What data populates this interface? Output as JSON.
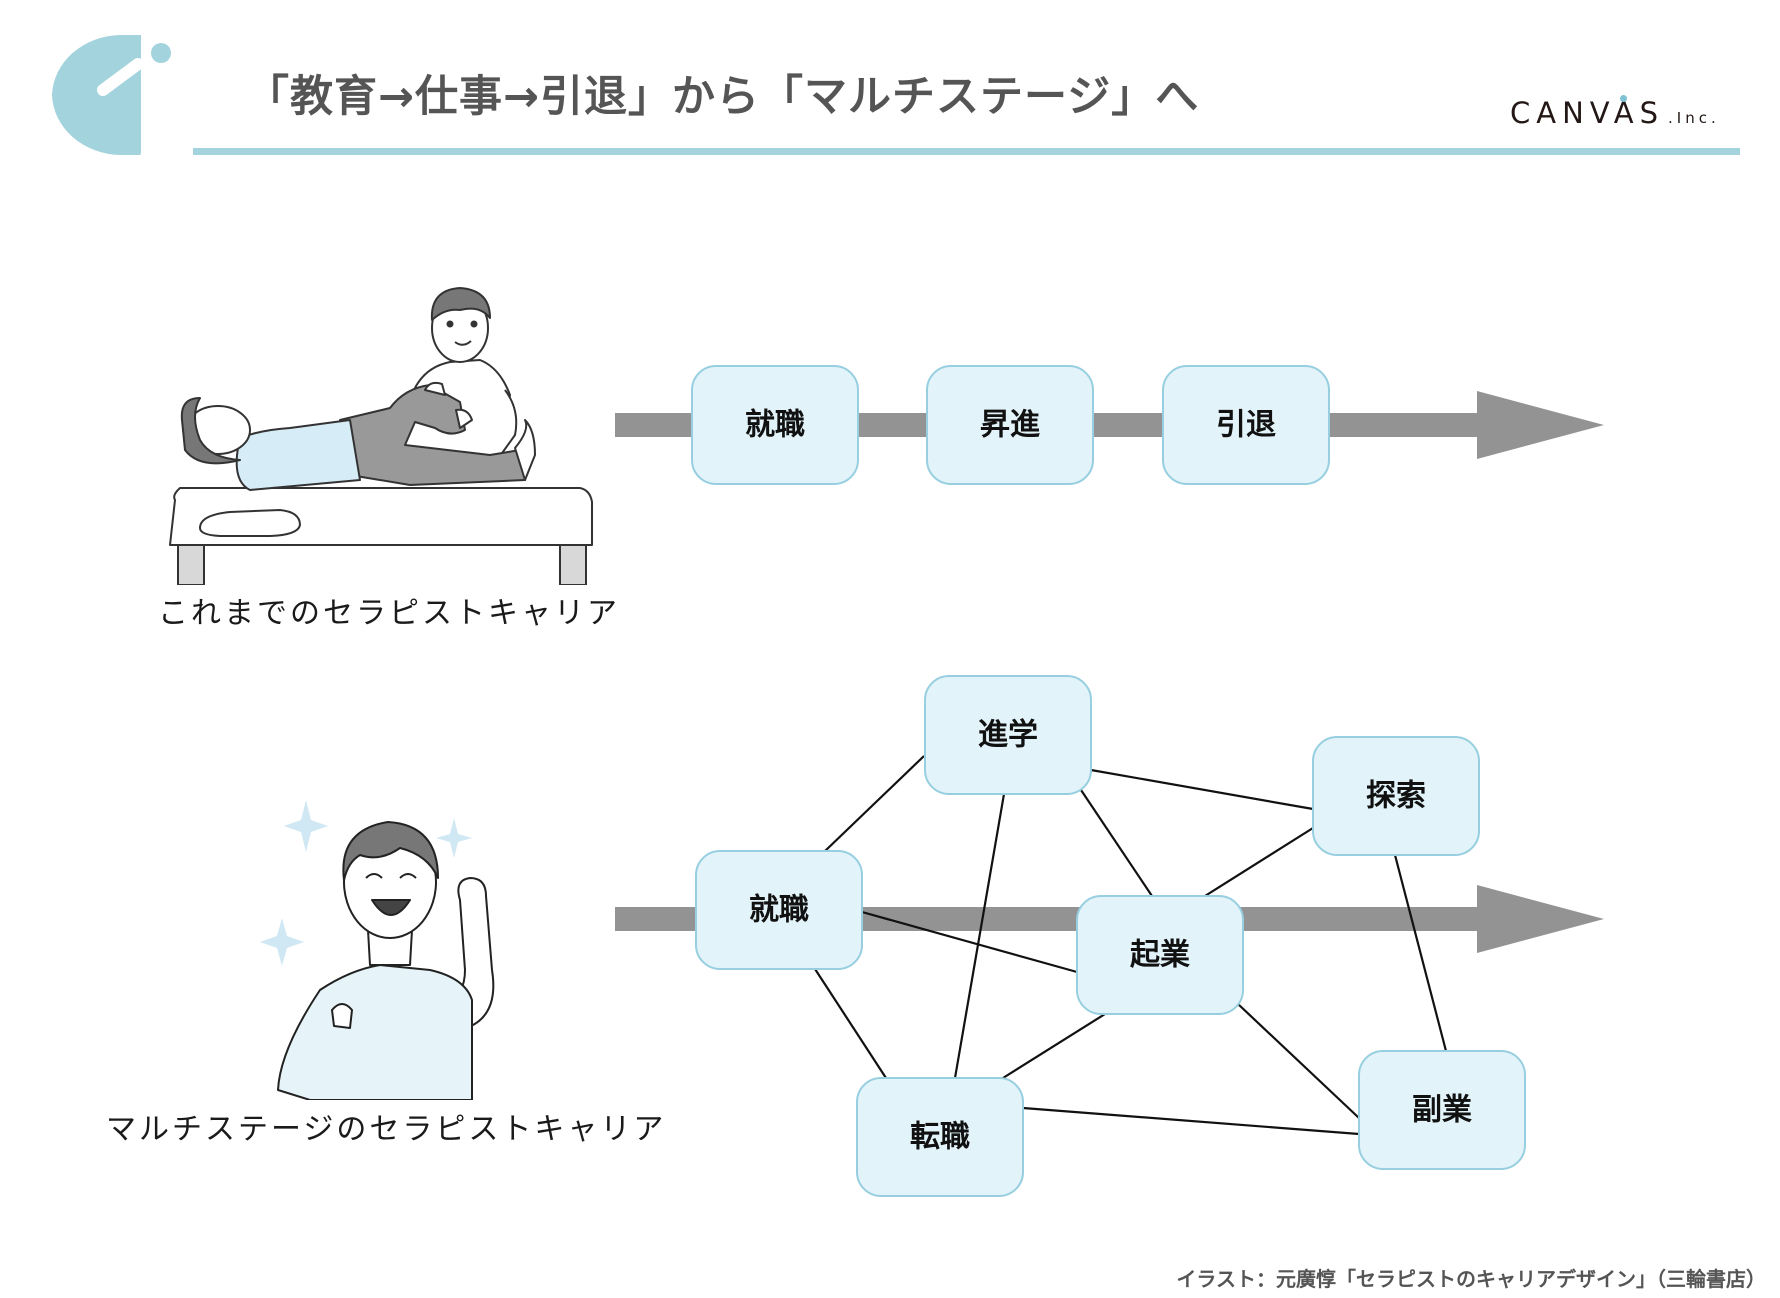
{
  "header": {
    "title": "「教育→仕事→引退」から「マルチステージ」へ",
    "brand_name": "CANVAS",
    "brand_suffix": ".Inc.",
    "accent_color": "#a3d3dc",
    "logo_icon": "canvas-logo-icon"
  },
  "traditional": {
    "caption": "これまでのセラピストキャリア",
    "illustration": "therapist-treating-patient-illustration",
    "stages": [
      {
        "label": "就職"
      },
      {
        "label": "昇進"
      },
      {
        "label": "引退"
      }
    ]
  },
  "multistage": {
    "caption": "マルチステージのセラピストキャリア",
    "illustration": "cheerful-therapist-illustration",
    "nodes": [
      {
        "id": "shushoku",
        "label": "就職"
      },
      {
        "id": "shingaku",
        "label": "進学"
      },
      {
        "id": "tansaku",
        "label": "探索"
      },
      {
        "id": "kigyo",
        "label": "起業"
      },
      {
        "id": "tenshoku",
        "label": "転職"
      },
      {
        "id": "fukugyo",
        "label": "副業"
      }
    ],
    "edges": [
      [
        "shushoku",
        "shingaku"
      ],
      [
        "shingaku",
        "tenshoku"
      ],
      [
        "shingaku",
        "kigyo"
      ],
      [
        "shingaku",
        "tansaku"
      ],
      [
        "tansaku",
        "kigyo"
      ],
      [
        "tansaku",
        "fukugyo"
      ],
      [
        "shushoku",
        "kigyo"
      ],
      [
        "shushoku",
        "tenshoku"
      ],
      [
        "kigyo",
        "tenshoku"
      ],
      [
        "kigyo",
        "fukugyo"
      ],
      [
        "tenshoku",
        "fukugyo"
      ]
    ]
  },
  "colors": {
    "node_fill": "#e2f3f9",
    "node_border": "#97cfe0",
    "timeline_arrow": "#939393"
  },
  "credit": "イラスト：元廣惇「セラピストのキャリアデザイン」（三輪書店）"
}
